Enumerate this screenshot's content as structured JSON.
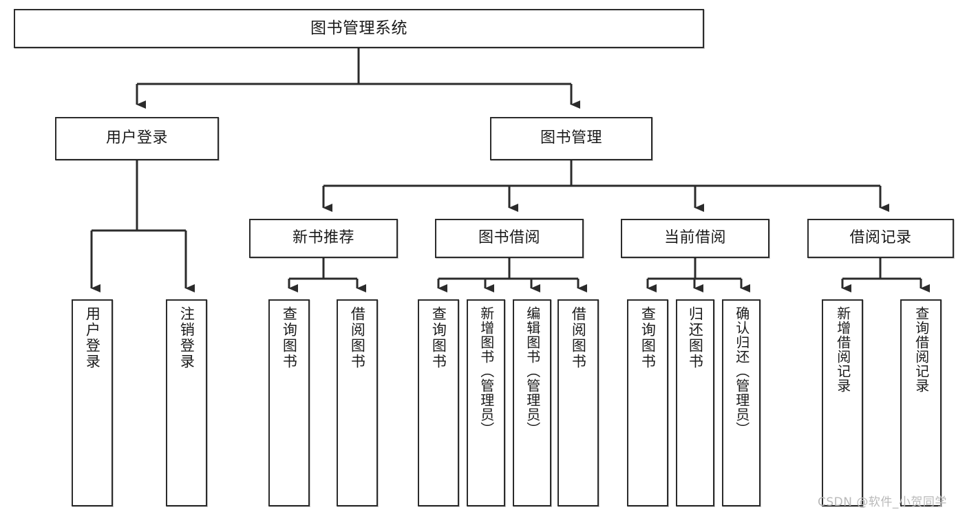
{
  "diagram": {
    "title": "图书管理系统",
    "type": "hierarchy-tree",
    "root": {
      "id": "root",
      "label": "图书管理系统"
    },
    "level2": [
      {
        "id": "user-login",
        "label": "用户登录"
      },
      {
        "id": "book-management",
        "label": "图书管理"
      }
    ],
    "level3": [
      {
        "id": "new-book-recommend",
        "label": "新书推荐",
        "parent": "book-management"
      },
      {
        "id": "book-borrow",
        "label": "图书借阅",
        "parent": "book-management"
      },
      {
        "id": "current-borrow",
        "label": "当前借阅",
        "parent": "book-management"
      },
      {
        "id": "borrow-record",
        "label": "借阅记录",
        "parent": "book-management"
      }
    ],
    "leaves": [
      {
        "id": "leaf-user-login",
        "label": "用户登录",
        "parent": "user-login"
      },
      {
        "id": "leaf-logout-login",
        "label": "注销登录",
        "parent": "user-login"
      },
      {
        "id": "leaf-query-book-1",
        "label": "查询图书",
        "parent": "new-book-recommend"
      },
      {
        "id": "leaf-borrow-book-1",
        "label": "借阅图书",
        "parent": "new-book-recommend"
      },
      {
        "id": "leaf-query-book-2",
        "label": "查询图书",
        "parent": "book-borrow"
      },
      {
        "id": "leaf-add-book",
        "label": "新增图书（管理员）",
        "parent": "book-borrow"
      },
      {
        "id": "leaf-edit-book",
        "label": "编辑图书（管理员）",
        "parent": "book-borrow"
      },
      {
        "id": "leaf-borrow-book-2",
        "label": "借阅图书",
        "parent": "book-borrow"
      },
      {
        "id": "leaf-query-book-3",
        "label": "查询图书",
        "parent": "current-borrow"
      },
      {
        "id": "leaf-return-book",
        "label": "归还图书",
        "parent": "current-borrow"
      },
      {
        "id": "leaf-confirm-return",
        "label": "确认归还（管理员）",
        "parent": "current-borrow"
      },
      {
        "id": "leaf-add-borrow-record",
        "label": "新增借阅记录",
        "parent": "borrow-record"
      },
      {
        "id": "leaf-query-borrow-record",
        "label": "查询借阅记录",
        "parent": "borrow-record"
      }
    ],
    "watermark": "CSDN @软件_小贺同学",
    "colors": {
      "stroke": "#2b2b2b",
      "fill": "#ffffff",
      "text": "#1a1a1a",
      "watermark": "#b9b9b9"
    }
  }
}
